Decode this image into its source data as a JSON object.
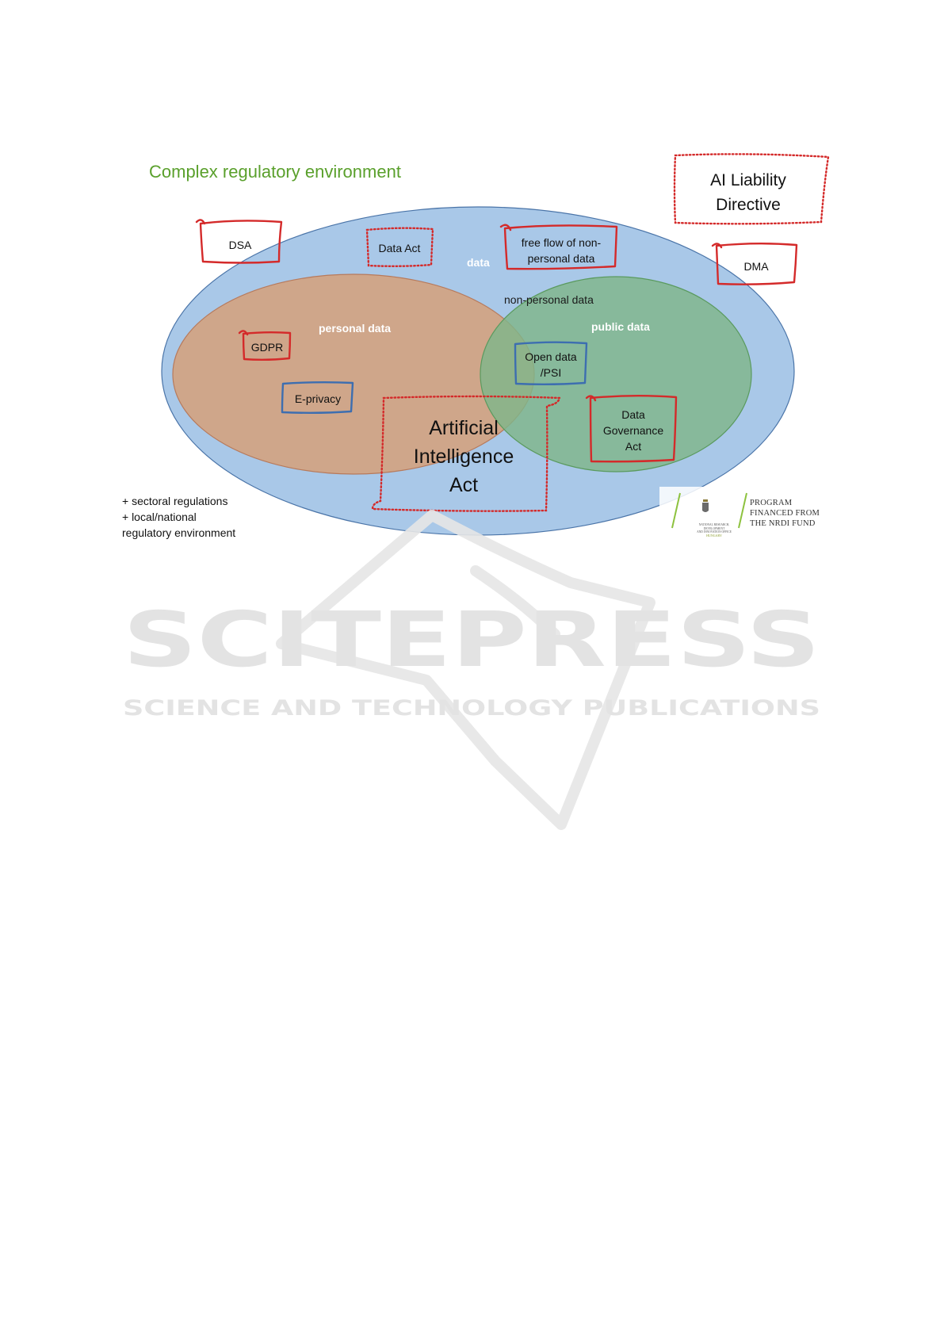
{
  "title": "Complex regulatory environment",
  "regions": {
    "data": "data",
    "non_personal": "non-personal data",
    "personal": "personal data",
    "public": "public data"
  },
  "regulations": {
    "dsa": "DSA",
    "data_act": "Data Act",
    "free_flow_line1": "free flow of non-",
    "free_flow_line2": "personal data",
    "dma": "DMA",
    "ai_liability_line1": "AI Liability",
    "ai_liability_line2": "Directive",
    "gdpr": "GDPR",
    "eprivacy": "E-privacy",
    "open_data_line1": "Open data",
    "open_data_line2": "/PSI",
    "dga_line1": "Data",
    "dga_line2": "Governance",
    "dga_line3": "Act",
    "aia_line1": "Artificial",
    "aia_line2": "Intelligence",
    "aia_line3": "Act"
  },
  "notes": [
    "+ sectoral regulations",
    "+ local/national",
    "regulatory environment"
  ],
  "logo": {
    "line1": "PROGRAM",
    "line2": "FINANCED FROM",
    "line3": "THE NRDI FUND",
    "office_line1": "NATIONAL RESEARCH, DEVELOPMENT",
    "office_line2": "AND INNOVATION OFFICE",
    "office_line3": "HUNGARY"
  },
  "watermark": {
    "main": "SCITEPRESS",
    "sub": "SCIENCE AND TECHNOLOGY PUBLICATIONS"
  },
  "colors": {
    "title": "#5aa02c",
    "data_ellipse": "#a9c8e8",
    "personal_ellipse": "#cfa68a",
    "public_ellipse": "#8cbd94",
    "red_box": "#d42a2a",
    "blue_box": "#3d6eb0"
  }
}
